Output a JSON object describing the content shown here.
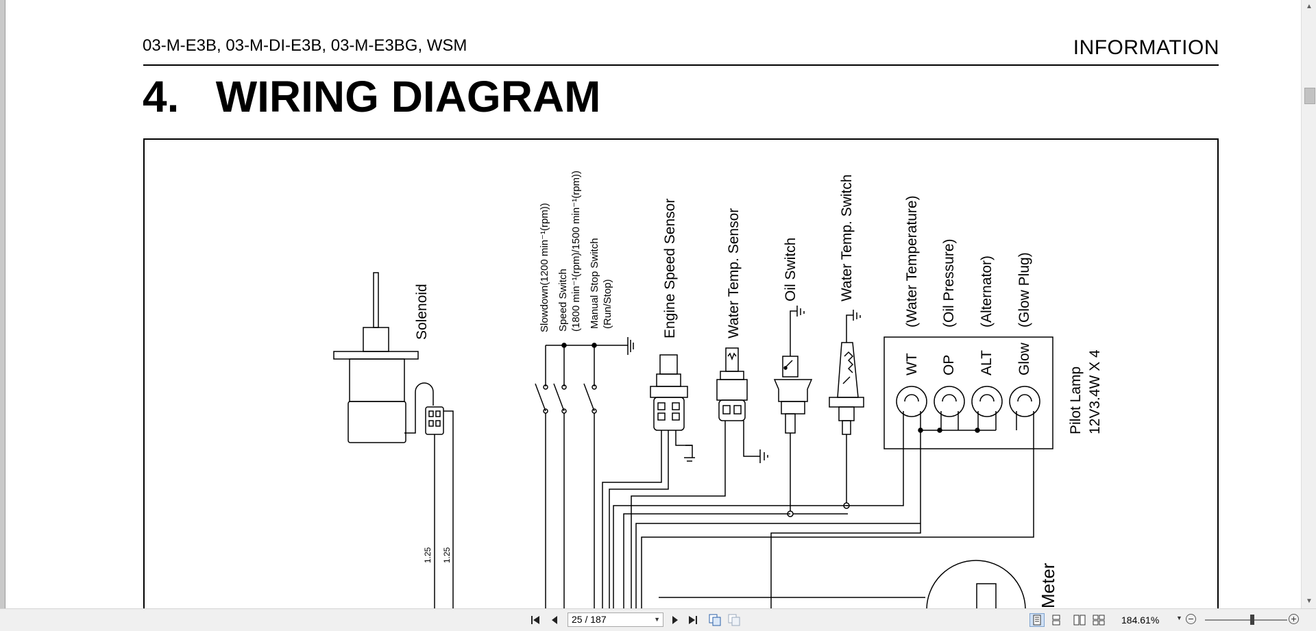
{
  "document": {
    "header_left": "03-M-E3B, 03-M-DI-E3B, 03-M-E3BG, WSM",
    "header_right": "INFORMATION",
    "section_title": "4.   WIRING DIAGRAM"
  },
  "diagram": {
    "solenoid": "Solenoid",
    "slowdown": "Slowdown(1200 min⁻¹(rpm))",
    "speed_switch_1": "Speed Switch",
    "speed_switch_2": "(1800 min⁻¹(rpm)/1500 min⁻¹(rpm))",
    "manual_stop_1": "Manual Stop Switch",
    "manual_stop_2": "(Run/Stop)",
    "engine_speed_sensor": "Engine Speed Sensor",
    "water_temp_sensor": "Water Temp. Sensor",
    "oil_switch": "Oil Switch",
    "water_temp_switch": "Water Temp. Switch",
    "lamp_label_wt": "(Water Temperature)",
    "lamp_label_op": "(Oil Pressure)",
    "lamp_label_alt": "(Alternator)",
    "lamp_label_glow": "(Glow Plug)",
    "lamp_code_wt": "WT",
    "lamp_code_op": "OP",
    "lamp_code_alt": "ALT",
    "lamp_code_glow": "Glow",
    "pilot_lamp_1": "Pilot Lamp",
    "pilot_lamp_2": "12V3.4W X 4",
    "wire_gauge_1": "1.25",
    "wire_gauge_2": "1.25",
    "meter": "Meter"
  },
  "toolbar": {
    "page_indicator": "25 / 187",
    "zoom": "184.61%"
  },
  "icons": {
    "first_page": "first-page-icon",
    "prev_page": "prev-page-icon",
    "next_page": "next-page-icon",
    "last_page": "last-page-icon",
    "zoom_out": "zoom-out-icon",
    "zoom_in": "zoom-in-icon"
  }
}
